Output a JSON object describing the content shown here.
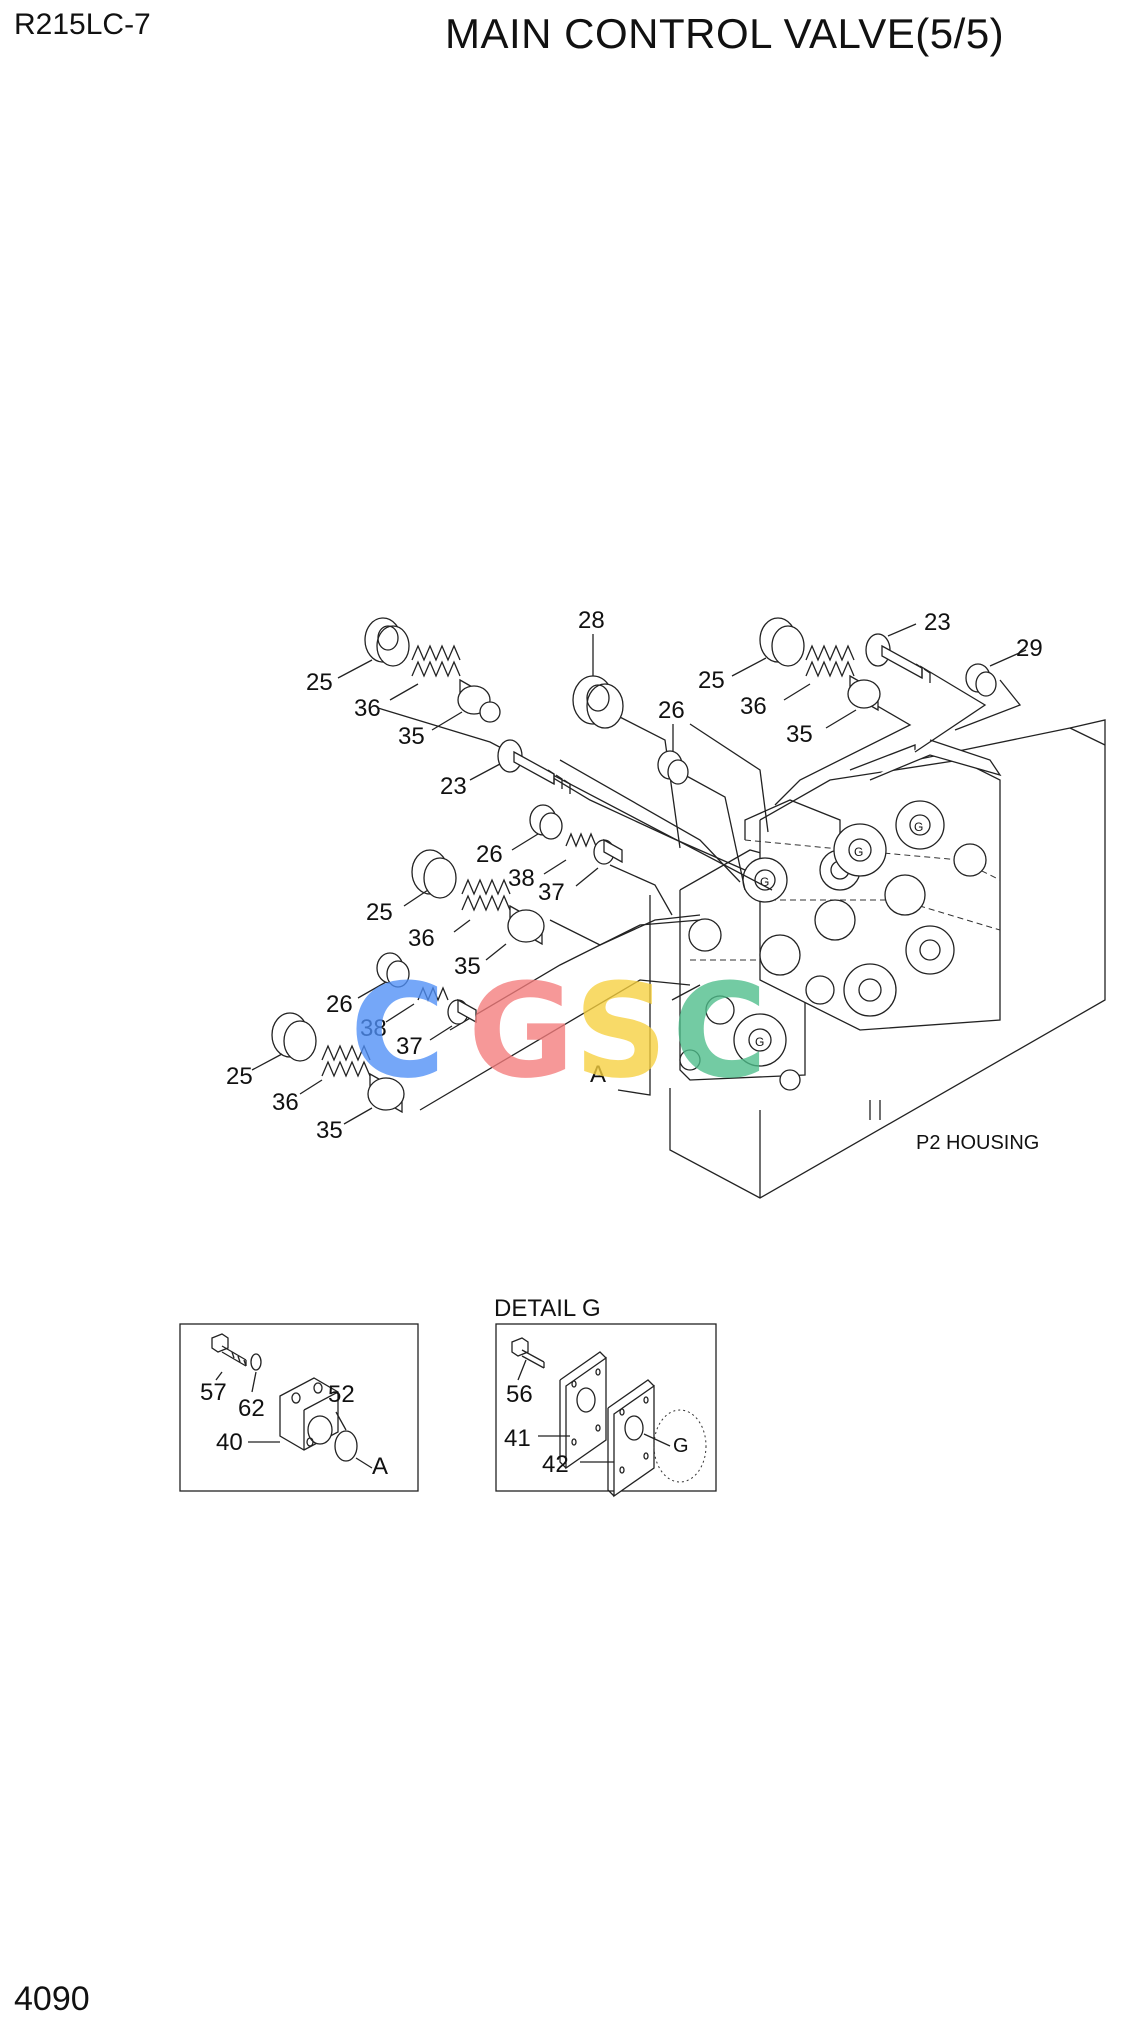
{
  "header": {
    "model": "R215LC-7",
    "title": "MAIN CONTROL VALVE(5/5)"
  },
  "footer": {
    "page_number": "4090"
  },
  "main": {
    "callouts": [
      "25",
      "36",
      "35",
      "23",
      "28",
      "26",
      "25",
      "36",
      "35",
      "23",
      "29",
      "26",
      "38",
      "37",
      "25",
      "36",
      "35",
      "26",
      "38",
      "37",
      "25",
      "36",
      "35"
    ],
    "marker_a": "A",
    "housing_label": "P2 HOUSING",
    "g_marks": [
      "G",
      "G",
      "G",
      "G"
    ]
  },
  "detail_a": {
    "callouts": [
      "57",
      "62",
      "52",
      "40"
    ],
    "marker": "A"
  },
  "detail_g": {
    "title": "DETAIL  G",
    "callouts": [
      "56",
      "41",
      "42"
    ],
    "marker": "G"
  },
  "watermark": {
    "letters": [
      "C",
      "G",
      "S",
      "C"
    ],
    "colors": [
      "#4f8ff7",
      "#f47c7c",
      "#f7d03e",
      "#4dbd8a"
    ]
  }
}
